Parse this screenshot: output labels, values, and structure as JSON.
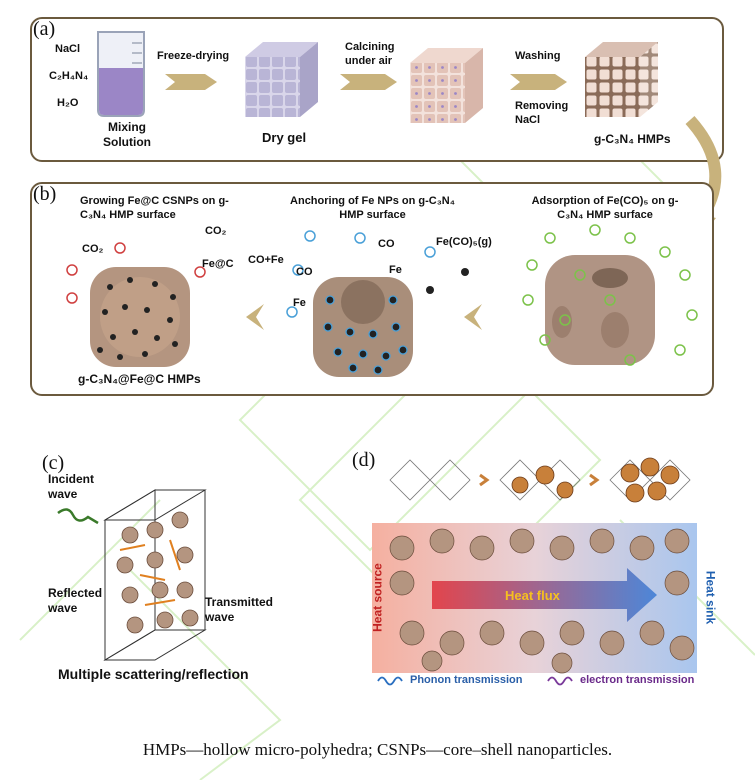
{
  "panel_a": {
    "label": "(a)",
    "reagents": [
      "NaCl",
      "C₂H₄N₄",
      "H₂O"
    ],
    "step1_name": "Mixing Solution",
    "arrow1": "Freeze-drying",
    "step2_name": "Dry gel",
    "arrow2": "Calcining under air",
    "arrow3_top": "Washing",
    "arrow3_bottom": "Removing NaCl",
    "step4_name": "g-C₃N₄ HMPs"
  },
  "panel_b": {
    "label": "(b)",
    "title_left": "Growing Fe@C CSNPs on g-C₃N₄ HMP surface",
    "title_mid": "Anchoring of Fe NPs on g-C₃N₄ HMP surface",
    "title_right": "Adsorption of Fe(CO)₅ on g-C₃N₄ HMP surface",
    "co2_a": "CO₂",
    "co2_b": "CO₂",
    "fec": "Fe@C",
    "cofe": "CO+Fe",
    "co_a": "CO",
    "co_b": "CO",
    "fe_a": "Fe",
    "fe_b": "Fe",
    "feco5": "Fe(CO)₅(g)",
    "product": "g-C₃N₄@Fe@C HMPs"
  },
  "panel_c": {
    "label": "(c)",
    "incident": "Incident wave",
    "reflected": "Reflected wave",
    "transmitted": "Transmitted wave",
    "caption": "Multiple scattering/reflection"
  },
  "panel_d": {
    "label": "(d)",
    "heat_source": "Heat source",
    "heat_flux": "Heat flux",
    "heat_sink": "Heat sink",
    "phonon": "Phonon transmission",
    "electron": "electron transmission"
  },
  "caption": "HMPs—hollow micro-polyhedra; CSNPs—core–shell nanoparticles.",
  "colors": {
    "frame": "#6b5a3e",
    "cube": "#c8a68c",
    "heat_red": "#e0303a",
    "heat_blue": "#3a7bd5",
    "ring_green": "#7cc24a",
    "ring_blue": "#4aa0d8",
    "ring_red": "#d04040"
  }
}
